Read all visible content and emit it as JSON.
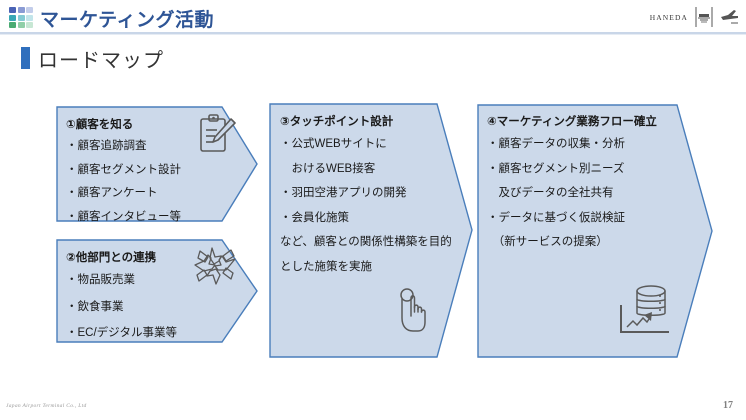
{
  "header": {
    "title": "マーケティング活動",
    "logo_icon": "grid-squares-icon",
    "brand": {
      "name": "HANEDA",
      "tower_icon": "control-tower-icon",
      "plane_icon": "airplane-icon"
    },
    "accent_color": "#2e5596"
  },
  "section": {
    "title": "ロードマップ",
    "bar_color": "#2f6fbd"
  },
  "boxes": [
    {
      "id": "box-1",
      "title": "①顧客を知る",
      "lines": [
        "・顧客追跡調査",
        "・顧客セグメント設計",
        "・顧客アンケート",
        "・顧客インタビュー等"
      ],
      "icon": "clipboard-pencil-icon"
    },
    {
      "id": "box-2",
      "title": "②他部門との連携",
      "lines": [
        "・物品販売業",
        "・飲食事業",
        "・EC/デジタル事業等"
      ],
      "icon": "joined-hands-icon"
    },
    {
      "id": "box-3",
      "title": "③タッチポイント設計",
      "lines": [
        "・公式WEBサイトに",
        "　おけるWEB接客",
        "・羽田空港アプリの開発",
        "・会員化施策",
        "など、顧客との関係性構築を目的",
        "とした施策を実施"
      ],
      "icon": "tapping-hand-icon"
    },
    {
      "id": "box-4",
      "title": "④マーケティング業務フロー確立",
      "lines": [
        "・顧客データの収集・分析",
        "・顧客セグメント別ニーズ",
        "　及びデータの全社共有",
        "・データに基づく仮説検証",
        "　（新サービスの提案）"
      ],
      "icon": "database-chart-icon"
    }
  ],
  "style": {
    "box_fill": "#ccd9ea",
    "box_border": "#4a7ebb"
  },
  "footer": {
    "company": "Japan Airport Terminal Co., Ltd",
    "page_number": "17"
  }
}
